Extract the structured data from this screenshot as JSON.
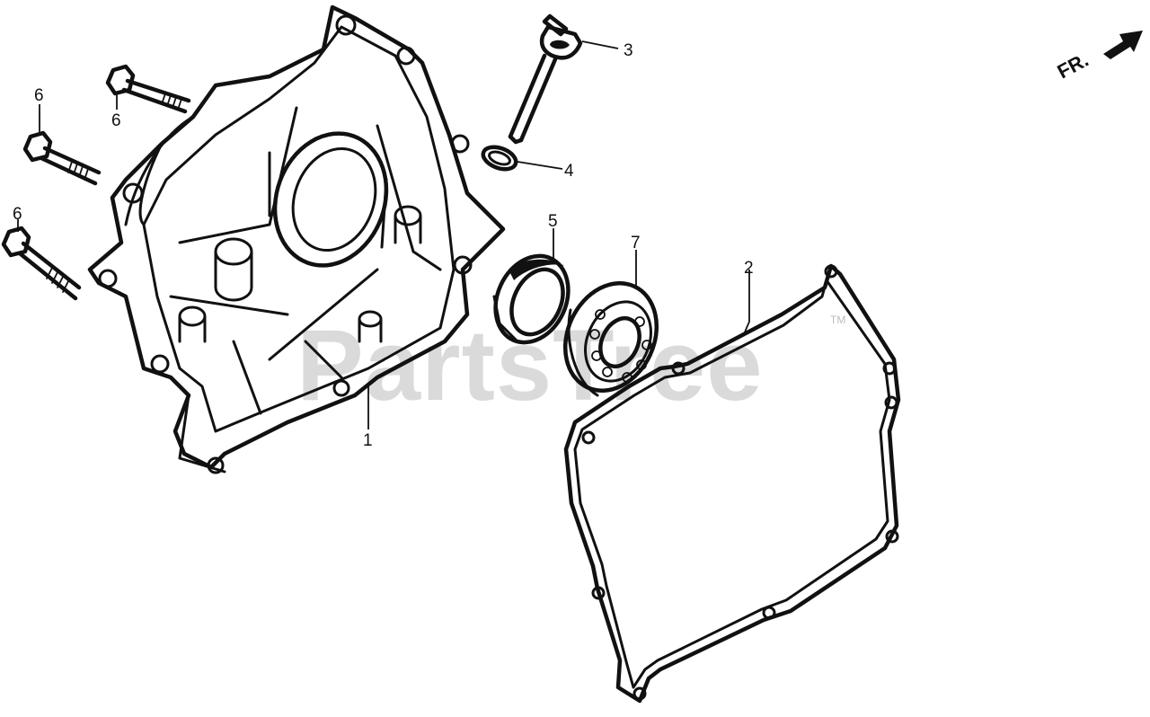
{
  "watermark": {
    "text": "PartsTree",
    "trademark": "TM"
  },
  "direction_marker": {
    "label": "FR."
  },
  "callouts": [
    {
      "id": "c1",
      "number": "1"
    },
    {
      "id": "c2",
      "number": "2"
    },
    {
      "id": "c3",
      "number": "3"
    },
    {
      "id": "c4",
      "number": "4"
    },
    {
      "id": "c5",
      "number": "5"
    },
    {
      "id": "c6a",
      "number": "6"
    },
    {
      "id": "c6b",
      "number": "6"
    },
    {
      "id": "c6c",
      "number": "6"
    },
    {
      "id": "c7",
      "number": "7"
    }
  ]
}
